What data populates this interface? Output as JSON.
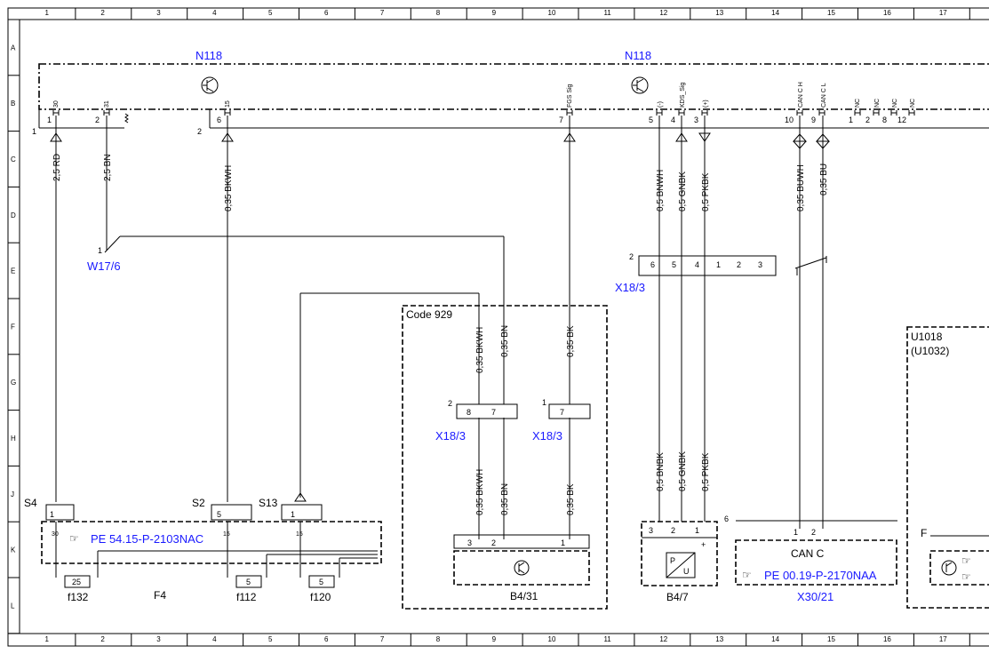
{
  "grid": {
    "cols": [
      "1",
      "2",
      "3",
      "4",
      "5",
      "6",
      "7",
      "8",
      "9",
      "10",
      "11",
      "12",
      "13",
      "14",
      "15",
      "16",
      "17"
    ],
    "rows": [
      "A",
      "B",
      "C",
      "D",
      "E",
      "F",
      "G",
      "H",
      "J",
      "K",
      "L"
    ]
  },
  "components": {
    "n118_left": "N118",
    "n118_right": "N118",
    "w17_6": "W17/6",
    "x18_3_top": "X18/3",
    "x18_3_mid_left": "X18/3",
    "x18_3_mid_right": "X18/3",
    "code_929": "Code 929",
    "u1018": "U1018",
    "u1032": "(U1032)",
    "s4": "S4",
    "s2": "S2",
    "s13": "S13",
    "f4": "F4",
    "f132": "f132",
    "f112": "f112",
    "f120": "f120",
    "fuse_25": "25",
    "fuse_5a": "5",
    "fuse_5b": "5",
    "b4_31": "B4/31",
    "b4_7": "B4/7",
    "can_c": "CAN C",
    "x30_21": "X30/21",
    "f_label": "F",
    "pe_f4": "PE 54.15-P-2103NAC",
    "pe_x30": "PE 00.19-P-2170NAA",
    "ts_f4_30": "30",
    "ts_f4_15a": "15",
    "ts_f4_15b": "15"
  },
  "n118_pins": {
    "p1_num": "1",
    "p1_sig": "30",
    "p2_num": "2",
    "p2_sig": "31",
    "p6_num": "6",
    "p6_sig": "15",
    "p7_num": "7",
    "p7_sig": "FGS Sig",
    "p5_num": "5",
    "p5_sig": "(-)",
    "p4_num": "4",
    "p4_sig": "KDS_Sig",
    "p3_num": "3",
    "p3_sig": "(+)",
    "p10_num": "10",
    "p10_sig": "CAN C H",
    "p9_num": "9",
    "p9_sig": "CAN C L",
    "nc1_num": "1",
    "nc1_sig": "NC",
    "nc2_num": "2",
    "nc2_sig": "NC",
    "nc8_num": "8",
    "nc8_sig": "NC",
    "nc12_num": "12",
    "nc12_sig": "NC",
    "conn1": "1",
    "conn2": "2"
  },
  "wires": {
    "w1": "2,5 RD",
    "w2": "2,5 BN",
    "w3": "0,35 BKWH",
    "w4": "0,5 BNWH",
    "w5": "0,5 GNBK",
    "w6": "0,5 PKBK",
    "w7": "0,35 BUWH",
    "w8": "0,35 BU",
    "w9": "0,35 BKWH",
    "w10": "0,35 BN",
    "w11": "0,35 BK",
    "w12": "0,35 BKWH",
    "w13": "0,35 BN",
    "w14": "0,35 BK",
    "w15": "0,5 BNBK",
    "w16": "0,5 GNBK",
    "w17": "0,5 PKBK"
  },
  "pins": {
    "w17_6_pin": "1",
    "x18_top_conn": "2",
    "x18_top_p6": "6",
    "x18_top_p5": "5",
    "x18_top_p4": "4",
    "x18_top_p1": "1",
    "x18_top_p2": "2",
    "x18_top_p3": "3",
    "x18_mid_conn2": "2",
    "x18_mid_p8": "8",
    "x18_mid_p7": "7",
    "x18_mid_conn1": "1",
    "x18_mid_p7b": "7",
    "s4_pin": "1",
    "s2_pin": "5",
    "s13_pin": "1",
    "b4_31_p3": "3",
    "b4_31_p2": "2",
    "b4_31_p1": "1",
    "b4_7_p3": "3",
    "b4_7_p2": "2",
    "b4_7_p1": "1",
    "b4_7_plus": "+",
    "can_conn": "6",
    "can_p1": "1",
    "can_p2": "2",
    "sensor_p": "P",
    "sensor_u": "U"
  }
}
